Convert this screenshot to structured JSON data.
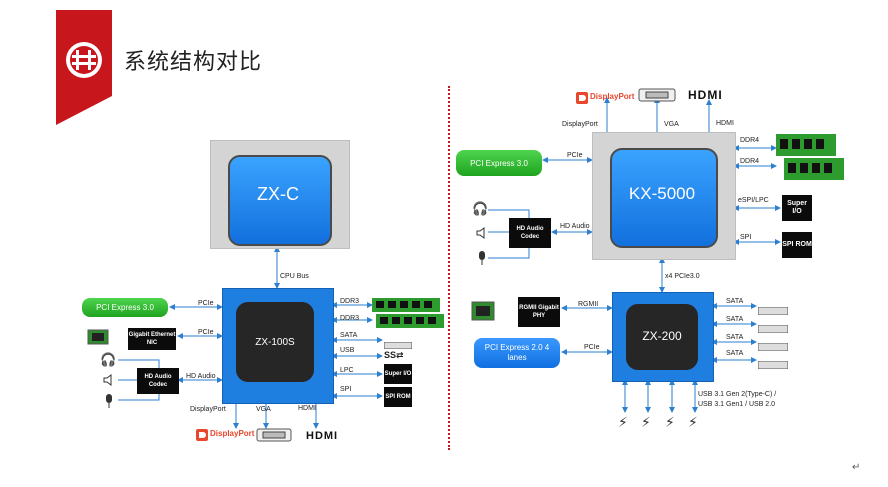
{
  "page": {
    "title": "系统结构对比",
    "footer_mark": "↵"
  },
  "left": {
    "cpu": "ZX-C",
    "cpu_bus": "CPU Bus",
    "chipset": "ZX-100S",
    "pcie_box": "PCI Express 3.0",
    "pcie1": "PCIe",
    "pcie2": "PCIe",
    "nic": "Gigabit Ethernet NIC",
    "hd_audio": "HD Audio",
    "audio_codec": "HD Audio Codec",
    "ddr3_1": "DDR3",
    "ddr3_2": "DDR3",
    "sata": "SATA",
    "usb": "USB",
    "lpc": "LPC",
    "super_io": "Super I/O",
    "spi": "SPI",
    "spi_rom": "SPI ROM",
    "displayport": "DisplayPort",
    "vga": "VGA",
    "hdmi": "HDMI"
  },
  "right": {
    "cpu": "KX-5000",
    "pcie_box": "PCI Express 3.0",
    "pcie": "PCIe",
    "hd_audio": "HD Audio",
    "audio_codec": "HD Audio Codec",
    "ddr4_1": "DDR4",
    "ddr4_2": "DDR4",
    "espi": "eSPI/LPC",
    "super_io": "Super I/O",
    "spi": "SPI",
    "spi_rom": "SPI ROM",
    "displayport": "DisplayPort",
    "vga": "VGA",
    "hdmi": "HDMI",
    "x4": "x4 PCIe3.0",
    "chipset": "ZX-200",
    "rgmii": "RGMII",
    "phy": "RGMII Gigabit PHY",
    "pcie2_box": "PCI Express 2.0 4 lanes",
    "pcie2": "PCIe",
    "sata1": "SATA",
    "sata2": "SATA",
    "sata3": "SATA",
    "sata4": "SATA",
    "usb_note_1": "USB 3.1 Gen 2(Type-C) /",
    "usb_note_2": "USB 3.1 Gen1 / USB 2.0"
  },
  "brands": {
    "displayport": "DisplayPort",
    "hdmi": "HDMI"
  },
  "colors": {
    "logo_red": "#c8161d",
    "chip_blue": "#1e7fe0",
    "pill_green": "#2dbb2d",
    "divider": "#c8161d"
  }
}
